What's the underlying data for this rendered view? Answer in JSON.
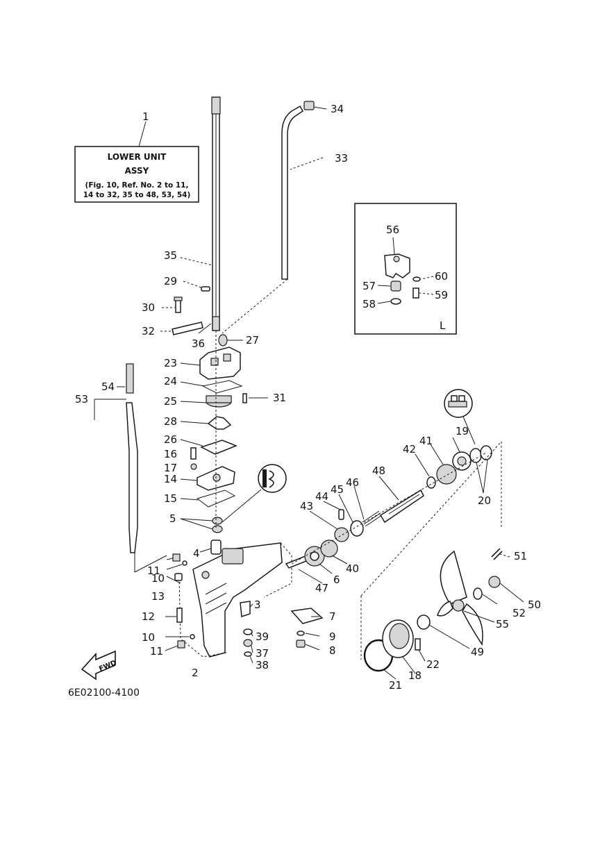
{
  "assembly_box": {
    "line1": "LOWER UNIT",
    "line2": "ASSY",
    "line3": "(Fig. 10, Ref. No. 2 to 11,",
    "line4": "14 to 32, 35 to 48, 53, 54)"
  },
  "inset_label": "L",
  "fwd_label": "FWD",
  "drawing_code": "6E02100-4100",
  "callouts": {
    "c1": "1",
    "c2": "2",
    "c3": "3",
    "c4": "4",
    "c5": "5",
    "c6": "6",
    "c7": "7",
    "c8": "8",
    "c9": "9",
    "c10a": "10",
    "c10b": "10",
    "c11a": "11",
    "c11b": "11",
    "c12": "12",
    "c13": "13",
    "c14": "14",
    "c15": "15",
    "c16": "16",
    "c17": "17",
    "c18": "18",
    "c19": "19",
    "c20": "20",
    "c21": "21",
    "c22": "22",
    "c23": "23",
    "c24": "24",
    "c25": "25",
    "c26": "26",
    "c27": "27",
    "c28": "28",
    "c29": "29",
    "c30": "30",
    "c31": "31",
    "c32": "32",
    "c33": "33",
    "c34": "34",
    "c35": "35",
    "c36": "36",
    "c37": "37",
    "c38": "38",
    "c39": "39",
    "c40": "40",
    "c41": "41",
    "c42": "42",
    "c43": "43",
    "c44": "44",
    "c45": "45",
    "c46": "46",
    "c47": "47",
    "c48": "48",
    "c49": "49",
    "c50": "50",
    "c51": "51",
    "c52": "52",
    "c53": "53",
    "c54": "54",
    "c55": "55",
    "c56": "56",
    "c57": "57",
    "c58": "58",
    "c59": "59",
    "c60": "60"
  }
}
